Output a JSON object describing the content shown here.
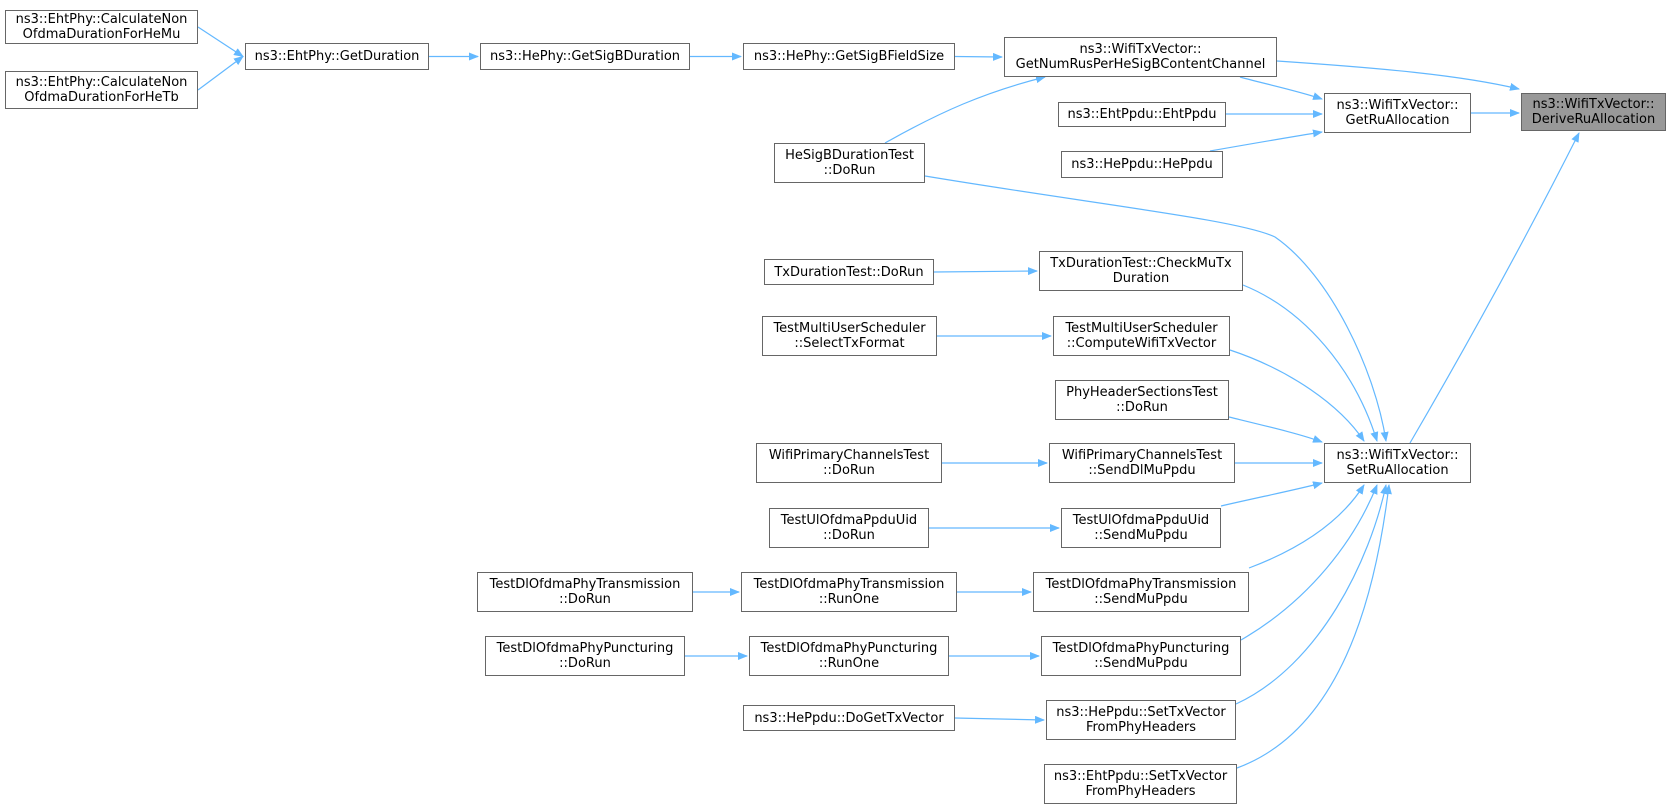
{
  "graph": {
    "edge_color": "#63b8ff",
    "node_border_color": "#666666",
    "focus_fill": "#999999",
    "nodes": [
      {
        "id": "derive",
        "lines": [
          "ns3::WifiTxVector::",
          "DeriveRuAllocation"
        ],
        "focus": true
      },
      {
        "id": "getnumrus",
        "lines": [
          "ns3::WifiTxVector::",
          "GetNumRusPerHeSigBContentChannel"
        ]
      },
      {
        "id": "getru",
        "lines": [
          "ns3::WifiTxVector::",
          "GetRuAllocation"
        ]
      },
      {
        "id": "setru",
        "lines": [
          "ns3::WifiTxVector::",
          "SetRuAllocation"
        ]
      },
      {
        "id": "calcmu",
        "lines": [
          "ns3::EhtPhy::CalculateNon",
          "OfdmaDurationForHeMu"
        ]
      },
      {
        "id": "calctb",
        "lines": [
          "ns3::EhtPhy::CalculateNon",
          "OfdmaDurationForHeTb"
        ]
      },
      {
        "id": "getdur",
        "lines": [
          "ns3::EhtPhy::GetDuration"
        ]
      },
      {
        "id": "sigbdur",
        "lines": [
          "ns3::HePhy::GetSigBDuration"
        ]
      },
      {
        "id": "sigbsize",
        "lines": [
          "ns3::HePhy::GetSigBFieldSize"
        ]
      },
      {
        "id": "ehtppdu",
        "lines": [
          "ns3::EhtPpdu::EhtPpdu"
        ]
      },
      {
        "id": "heppdu",
        "lines": [
          "ns3::HePpdu::HePpdu"
        ]
      },
      {
        "id": "hesigbtest",
        "lines": [
          "HeSigBDurationTest",
          "::DoRun"
        ]
      },
      {
        "id": "txdurdorun",
        "lines": [
          "TxDurationTest::DoRun"
        ]
      },
      {
        "id": "checkmutx",
        "lines": [
          "TxDurationTest::CheckMuTx",
          "Duration"
        ]
      },
      {
        "id": "selecttx",
        "lines": [
          "TestMultiUserScheduler",
          "::SelectTxFormat"
        ]
      },
      {
        "id": "computewifi",
        "lines": [
          "TestMultiUserScheduler",
          "::ComputeWifiTxVector"
        ]
      },
      {
        "id": "phyheader",
        "lines": [
          "PhyHeaderSectionsTest",
          "::DoRun"
        ]
      },
      {
        "id": "wifiprimdorun",
        "lines": [
          "WifiPrimaryChannelsTest",
          "::DoRun"
        ]
      },
      {
        "id": "senddlmu",
        "lines": [
          "WifiPrimaryChannelsTest",
          "::SendDlMuPpdu"
        ]
      },
      {
        "id": "ulofdmadorun",
        "lines": [
          "TestUlOfdmaPpduUid",
          "::DoRun"
        ]
      },
      {
        "id": "ulofdmasend",
        "lines": [
          "TestUlOfdmaPpduUid",
          "::SendMuPpdu"
        ]
      },
      {
        "id": "dltransdorun",
        "lines": [
          "TestDlOfdmaPhyTransmission",
          "::DoRun"
        ]
      },
      {
        "id": "dltransrun",
        "lines": [
          "TestDlOfdmaPhyTransmission",
          "::RunOne"
        ]
      },
      {
        "id": "dltranssend",
        "lines": [
          "TestDlOfdmaPhyTransmission",
          "::SendMuPpdu"
        ]
      },
      {
        "id": "dlpuncdorun",
        "lines": [
          "TestDlOfdmaPhyPuncturing",
          "::DoRun"
        ]
      },
      {
        "id": "dlpuncrun",
        "lines": [
          "TestDlOfdmaPhyPuncturing",
          "::RunOne"
        ]
      },
      {
        "id": "dlpuncsend",
        "lines": [
          "TestDlOfdmaPhyPuncturing",
          "::SendMuPpdu"
        ]
      },
      {
        "id": "hedoget",
        "lines": [
          "ns3::HePpdu::DoGetTxVector"
        ]
      },
      {
        "id": "hesettx",
        "lines": [
          "ns3::HePpdu::SetTxVector",
          "FromPhyHeaders"
        ]
      },
      {
        "id": "ehtsettx",
        "lines": [
          "ns3::EhtPpdu::SetTxVector",
          "FromPhyHeaders"
        ]
      }
    ],
    "edges": [
      {
        "from": "calcmu",
        "to": "getdur"
      },
      {
        "from": "calctb",
        "to": "getdur"
      },
      {
        "from": "getdur",
        "to": "sigbdur"
      },
      {
        "from": "sigbdur",
        "to": "sigbsize"
      },
      {
        "from": "sigbsize",
        "to": "getnumrus"
      },
      {
        "from": "getnumrus",
        "to": "derive"
      },
      {
        "from": "getnumrus",
        "to": "getru"
      },
      {
        "from": "hesigbtest",
        "to": "getnumrus"
      },
      {
        "from": "ehtppdu",
        "to": "getru"
      },
      {
        "from": "heppdu",
        "to": "getru"
      },
      {
        "from": "getru",
        "to": "derive"
      },
      {
        "from": "setru",
        "to": "derive"
      },
      {
        "from": "hesigbtest",
        "to": "setru"
      },
      {
        "from": "txdurdorun",
        "to": "checkmutx"
      },
      {
        "from": "checkmutx",
        "to": "setru"
      },
      {
        "from": "selecttx",
        "to": "computewifi"
      },
      {
        "from": "computewifi",
        "to": "setru"
      },
      {
        "from": "phyheader",
        "to": "setru"
      },
      {
        "from": "wifiprimdorun",
        "to": "senddlmu"
      },
      {
        "from": "senddlmu",
        "to": "setru"
      },
      {
        "from": "ulofdmadorun",
        "to": "ulofdmasend"
      },
      {
        "from": "ulofdmasend",
        "to": "setru"
      },
      {
        "from": "dltransdorun",
        "to": "dltransrun"
      },
      {
        "from": "dltransrun",
        "to": "dltranssend"
      },
      {
        "from": "dltranssend",
        "to": "setru"
      },
      {
        "from": "dlpuncdorun",
        "to": "dlpuncrun"
      },
      {
        "from": "dlpuncrun",
        "to": "dlpuncsend"
      },
      {
        "from": "dlpuncsend",
        "to": "setru"
      },
      {
        "from": "hedoget",
        "to": "hesettx"
      },
      {
        "from": "hesettx",
        "to": "setru"
      },
      {
        "from": "ehtsettx",
        "to": "setru"
      }
    ]
  }
}
